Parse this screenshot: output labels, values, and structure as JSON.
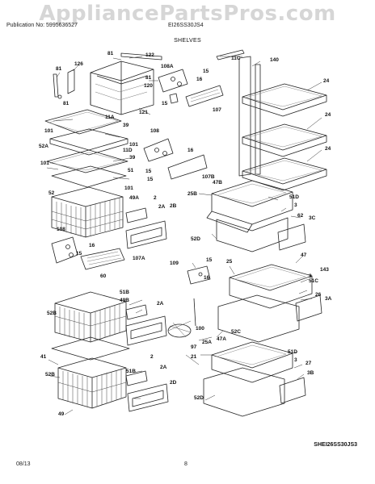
{
  "watermark": "AppliancePartsPros.com",
  "header": {
    "publication": "Publication No: 5995636527",
    "model": "EI26SS30JS4"
  },
  "title": "SHELVES",
  "diagram_code": "SHEI26SS30JS3",
  "footer": {
    "date": "08/13",
    "page": "8"
  },
  "part_labels": [
    "122",
    "81",
    "126",
    "108A",
    "15",
    "81",
    "11C",
    "140",
    "120",
    "16",
    "81",
    "81",
    "15",
    "24",
    "121",
    "107",
    "11A",
    "39",
    "101",
    "108",
    "24",
    "52A",
    "11D",
    "101",
    "39",
    "101",
    "15",
    "16",
    "24",
    "52",
    "51",
    "15",
    "107B",
    "101",
    "49A",
    "25B",
    "47B",
    "51D",
    "2",
    "2B",
    "2A",
    "3",
    "62",
    "3C",
    "108",
    "52D",
    "15",
    "16",
    "107A",
    "109",
    "15",
    "25",
    "47",
    "143",
    "60",
    "16",
    "3",
    "51C",
    "51B",
    "49B",
    "26",
    "3A",
    "2A",
    "52B",
    "52C",
    "47A",
    "100",
    "25A",
    "97",
    "21",
    "41",
    "51D",
    "3",
    "2",
    "2A",
    "27",
    "52B",
    "51B",
    "3B",
    "2D",
    "52D",
    "49"
  ]
}
